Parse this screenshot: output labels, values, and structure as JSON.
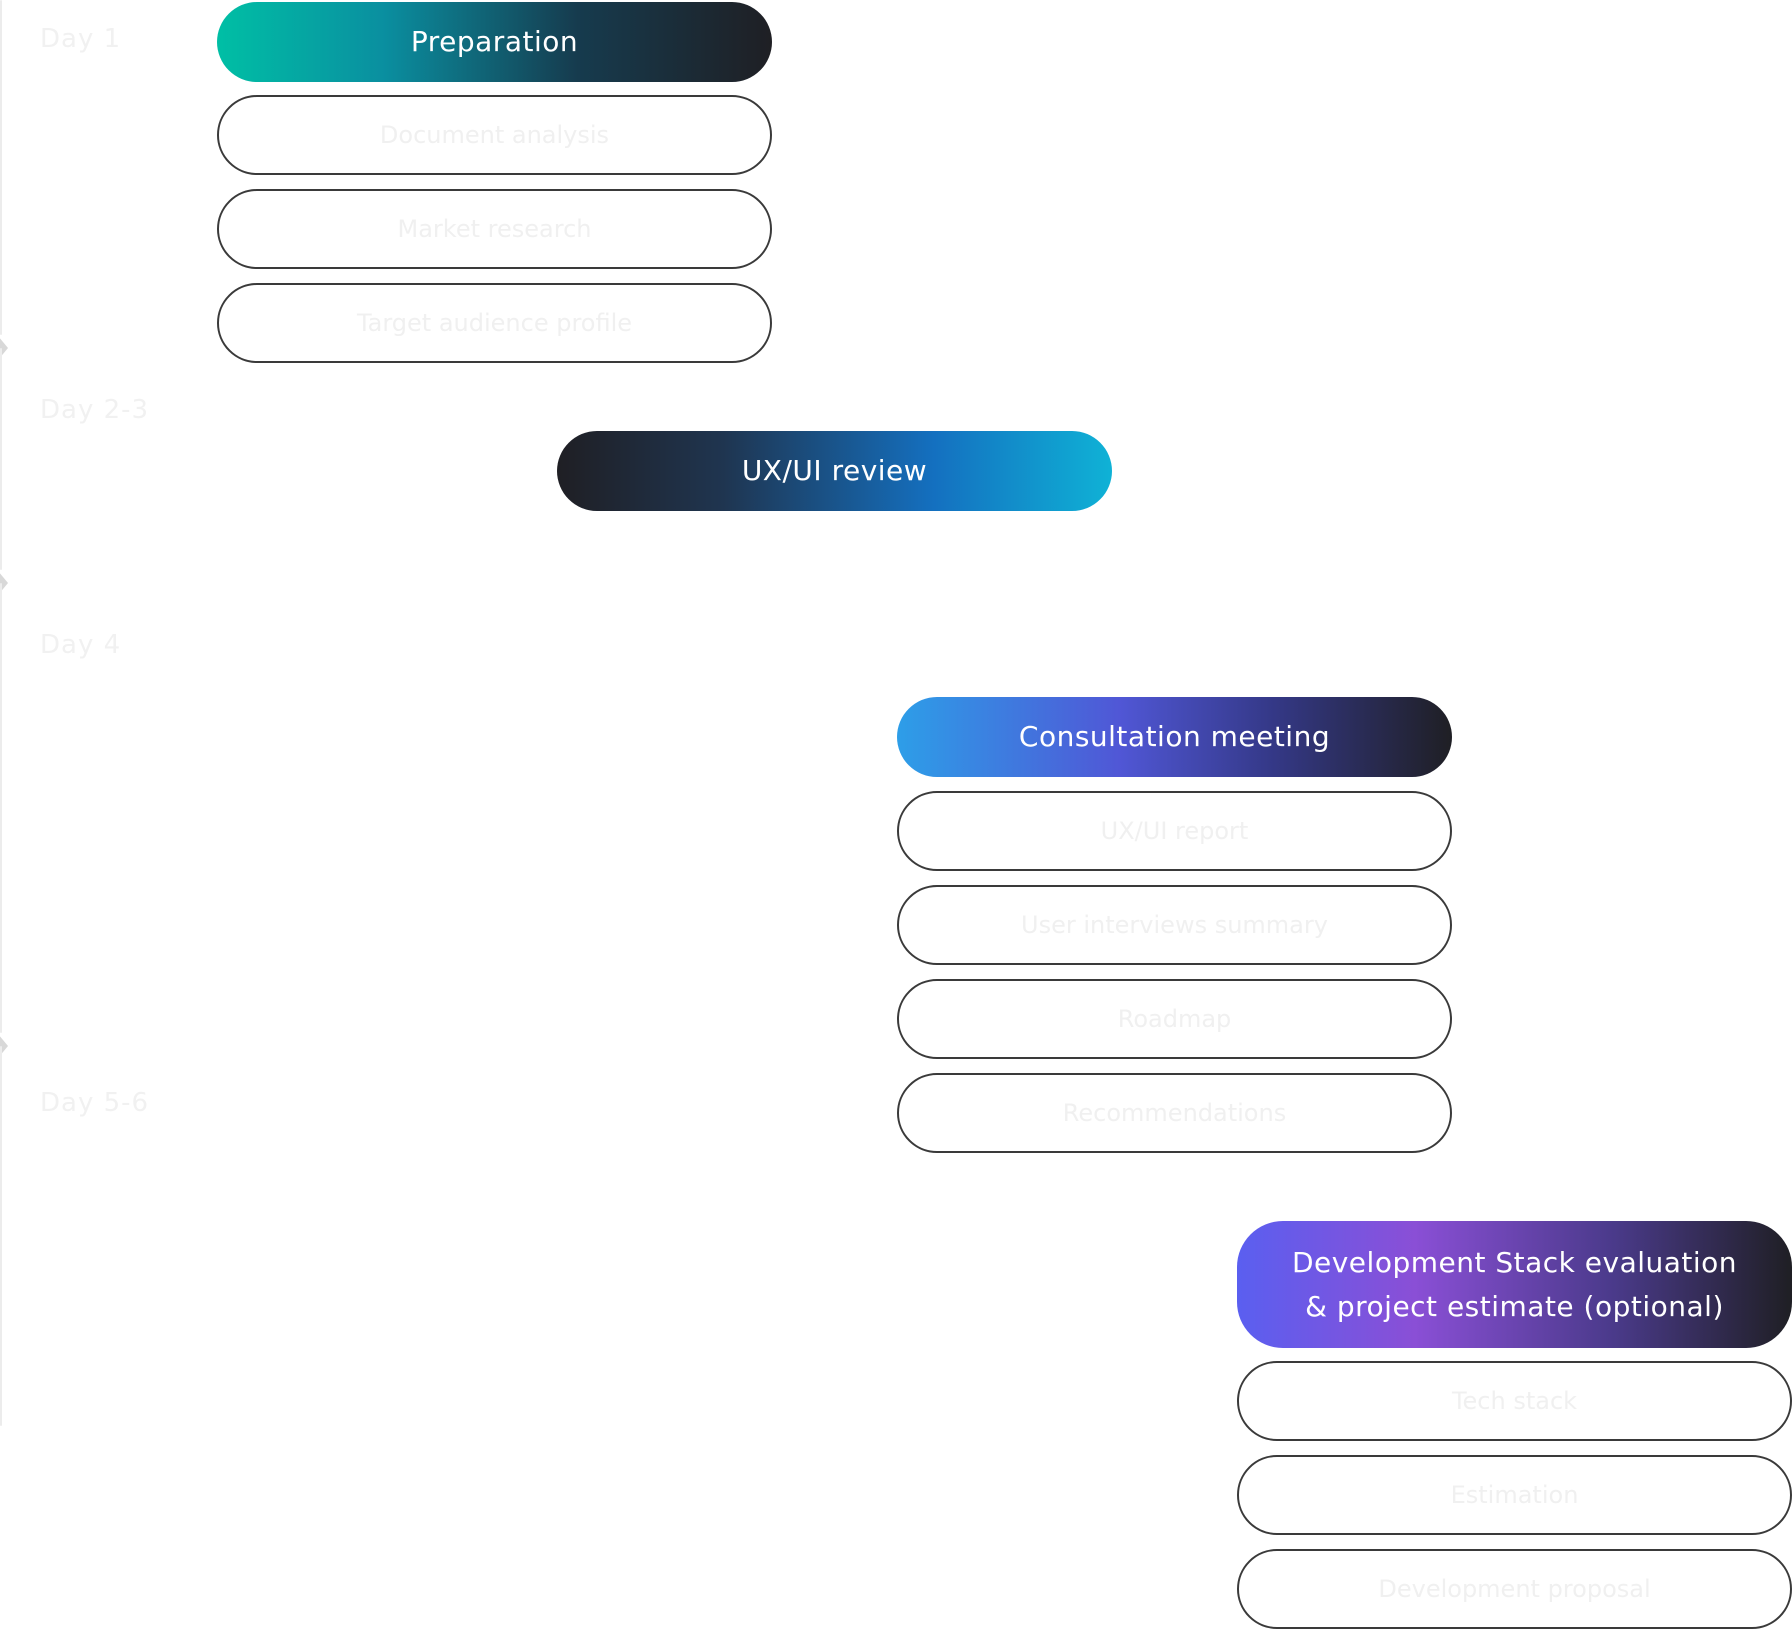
{
  "stages": [
    {
      "day": "Day 1",
      "heading": "Preparation",
      "gradient": [
        "#00bfa5",
        "#1f1f24"
      ],
      "items": [
        "Document analysis",
        "Market research",
        "Target audience profile"
      ]
    },
    {
      "day": "Day 2-3",
      "heading": "UX/UI review",
      "gradient": [
        "#1f1f24",
        "#0fb2d6"
      ],
      "items": []
    },
    {
      "day": "Day 4",
      "heading": "Consultation meeting",
      "gradient": [
        "#2d9ee8",
        "#1f1f24"
      ],
      "items": [
        "UX/UI report",
        "User interviews summary",
        "Roadmap",
        "Recommendations"
      ]
    },
    {
      "day": "Day 5-6",
      "heading": "Development Stack evaluation & project estimate (optional)",
      "gradient": [
        "#5a5ff0",
        "#1f1f24"
      ],
      "items": [
        "Tech stack",
        "Estimation",
        "Development proposal"
      ]
    }
  ]
}
